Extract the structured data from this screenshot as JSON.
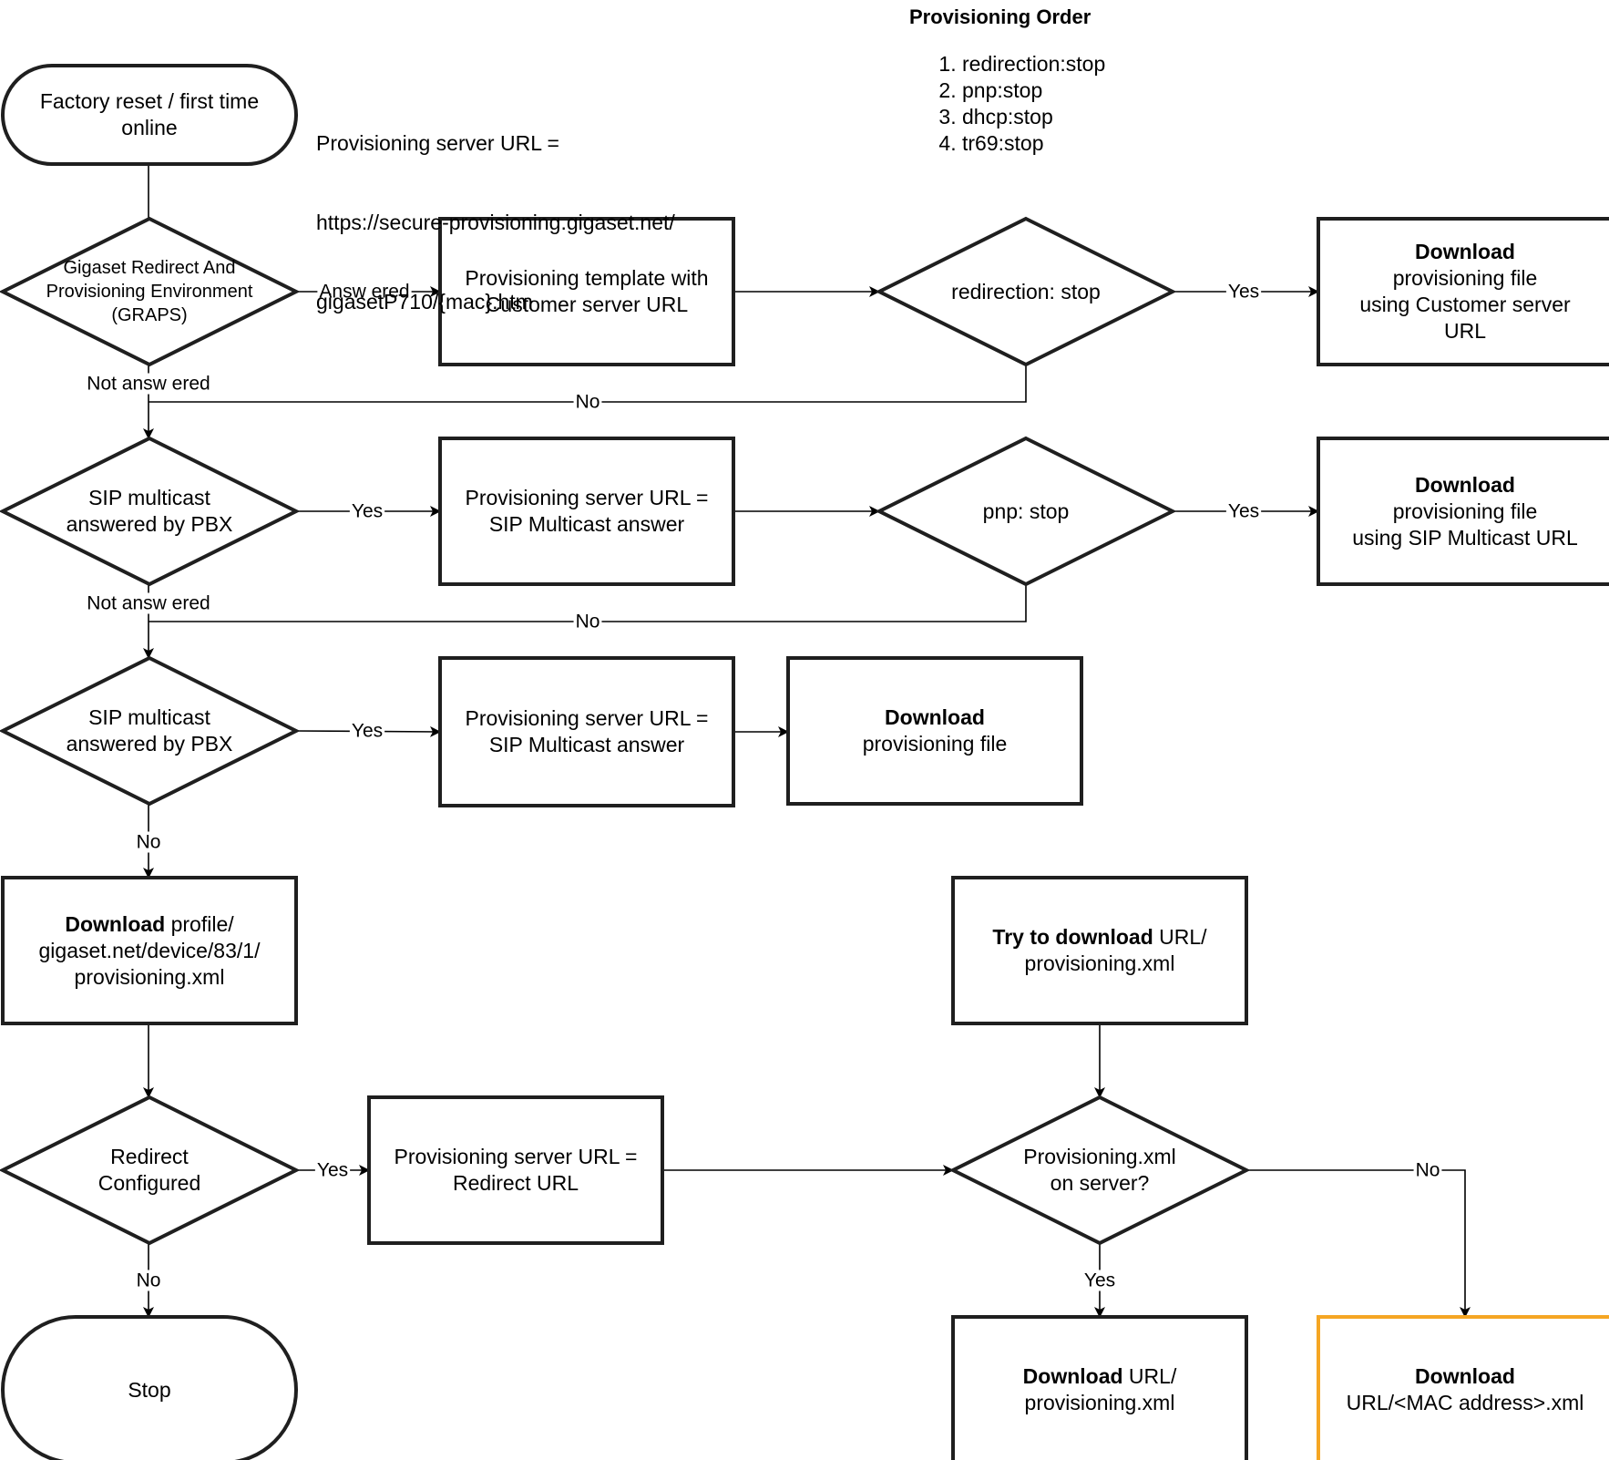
{
  "notes": {
    "url_lines": [
      "Provisioning server URL =",
      "https://secure-provisioning.gigaset.net/",
      "gigasetP710/{mac}.htm"
    ],
    "order_title": "Provisioning Order",
    "order_items": [
      "redirection:stop",
      "pnp:stop",
      "dhcp:stop",
      "tr69:stop"
    ]
  },
  "nodes": {
    "start": {
      "lines": [
        [
          "Factory reset / first time"
        ],
        [
          "online"
        ]
      ]
    },
    "graps": {
      "lines": [
        [
          "Gigaset Redirect And"
        ],
        [
          "Provisioning Environment"
        ],
        [
          "(GRAPS)"
        ]
      ]
    },
    "template": {
      "lines": [
        [
          "Provisioning template with"
        ],
        [
          "Customer server URL"
        ]
      ]
    },
    "redir_stop": {
      "lines": [
        [
          "redirection: stop"
        ]
      ]
    },
    "dl_customer": {
      "lines": [
        [
          "**Download"
        ],
        [
          "provisioning file"
        ],
        [
          "using Customer server"
        ],
        [
          "URL"
        ]
      ]
    },
    "sip1": {
      "lines": [
        [
          "SIP multicast"
        ],
        [
          "answered by PBX"
        ]
      ]
    },
    "sip1_url": {
      "lines": [
        [
          "Provisioning server URL ="
        ],
        [
          "SIP Multicast answer"
        ]
      ]
    },
    "pnp_stop": {
      "lines": [
        [
          "pnp: stop"
        ]
      ]
    },
    "dl_sip": {
      "lines": [
        [
          "**Download"
        ],
        [
          "provisioning file"
        ],
        [
          "using SIP Multicast URL"
        ]
      ]
    },
    "sip2": {
      "lines": [
        [
          "SIP multicast"
        ],
        [
          "answered by PBX"
        ]
      ]
    },
    "sip2_url": {
      "lines": [
        [
          "Provisioning server URL ="
        ],
        [
          "SIP Multicast answer"
        ]
      ]
    },
    "dl_file": {
      "lines": [
        [
          "**Download"
        ],
        [
          "provisioning file"
        ]
      ]
    },
    "dl_profile": {
      "lines": [
        [
          "**Download",
          " profile/"
        ],
        [
          "gigaset.net/device/83/1/"
        ],
        [
          "provisioning.xml"
        ]
      ]
    },
    "try_dl": {
      "lines": [
        [
          "**Try to download",
          " URL/"
        ],
        [
          "provisioning.xml"
        ]
      ]
    },
    "redirect_cfg": {
      "lines": [
        [
          "Redirect"
        ],
        [
          "Configured"
        ]
      ]
    },
    "redirect_url": {
      "lines": [
        [
          "Provisioning server URL ="
        ],
        [
          "Redirect URL"
        ]
      ]
    },
    "on_server": {
      "lines": [
        [
          "Provisioning.xml"
        ],
        [
          "on server?"
        ]
      ]
    },
    "stop": {
      "lines": [
        [
          "Stop"
        ]
      ]
    },
    "dl_url_xml": {
      "lines": [
        [
          "**Download",
          " URL/"
        ],
        [
          "provisioning.xml"
        ]
      ]
    },
    "dl_mac": {
      "lines": [
        [
          "**Download"
        ],
        [
          "URL/<MAC address>.xml"
        ]
      ]
    }
  },
  "edges": [
    {
      "label": ""
    },
    {
      "label": "Answ ered"
    },
    {
      "label": ""
    },
    {
      "label": "Yes"
    },
    {
      "label": "No"
    },
    {
      "label": "Not answ ered"
    },
    {
      "label": "Yes"
    },
    {
      "label": ""
    },
    {
      "label": "Yes"
    },
    {
      "label": "No"
    },
    {
      "label": "Not answ ered"
    },
    {
      "label": "Yes"
    },
    {
      "label": ""
    },
    {
      "label": "No"
    },
    {
      "label": ""
    },
    {
      "label": "Yes"
    },
    {
      "label": ""
    },
    {
      "label": "No"
    },
    {
      "label": ""
    },
    {
      "label": "Yes"
    },
    {
      "label": "No"
    }
  ],
  "colors": {
    "stroke": "#1f1f1f",
    "accent": "#F5A623",
    "background": "#ffffff"
  }
}
